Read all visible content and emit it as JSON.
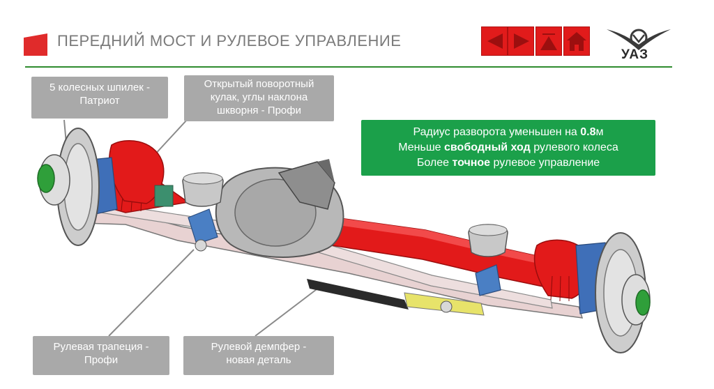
{
  "header": {
    "title": "ПЕРЕДНИЙ МОСТ И РУЛЕВОЕ УПРАВЛЕНИЕ",
    "accent_color": "#e02b2b",
    "rule_color": "#2e8b2e"
  },
  "nav": {
    "buttons": [
      {
        "name": "prev",
        "icon": "triangle-left-icon"
      },
      {
        "name": "next",
        "icon": "triangle-right-icon"
      },
      {
        "name": "up",
        "icon": "triangle-up-icon"
      },
      {
        "name": "home",
        "icon": "house-icon"
      }
    ],
    "button_color": "#e11b1b"
  },
  "logo": {
    "text": "УАЗ"
  },
  "callouts": {
    "studs": {
      "line1": "5 колесных шпилек -",
      "line2": "Патриот"
    },
    "knuckle": {
      "line1": "Открытый поворотный",
      "line2": "кулак, углы наклона",
      "line3": "шкворня - Профи"
    },
    "trapezoid": {
      "line1": "Рулевая трапеция -",
      "line2": "Профи"
    },
    "damper": {
      "line1": "Рулевой демпфер -",
      "line2": "новая деталь"
    }
  },
  "benefits": {
    "line1_pre": "Радиус разворота уменьшен на ",
    "line1_bold": "0.8",
    "line1_post": "м",
    "line2_pre": "Меньше ",
    "line2_bold": "свободный ход",
    "line2_post": " рулевого колеса",
    "line3_pre": "Более ",
    "line3_bold": "точное",
    "line3_post": " рулевое управление",
    "color": "#1ba04a"
  }
}
